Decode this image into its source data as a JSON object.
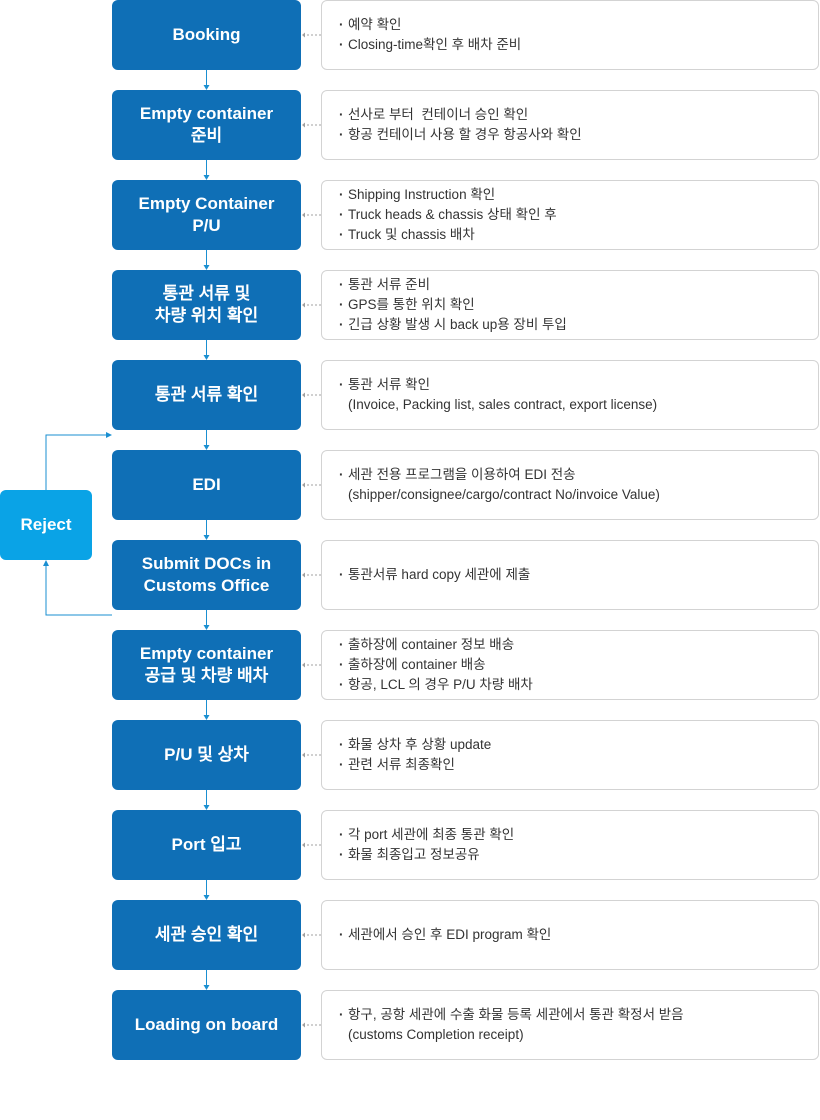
{
  "colors": {
    "step": "#0f6fb6",
    "reject": "#0aa3e6",
    "connector": "#1a8fd1",
    "dash": "#a0a0a0"
  },
  "reject_label": "Reject",
  "steps": [
    {
      "label": "Booking",
      "details": [
        "예약 확인",
        "Closing-time확인 후 배차 준비"
      ]
    },
    {
      "label": "Empty container\n준비",
      "details": [
        "선사로 부터  컨테이너 승인 확인",
        "항공 컨테이너 사용 할 경우 항공사와 확인"
      ]
    },
    {
      "label": "Empty Container\nP/U",
      "details": [
        "Shipping Instruction 확인",
        "Truck heads & chassis 상태 확인 후",
        "Truck 및 chassis 배차"
      ]
    },
    {
      "label": "통관 서류 및\n차량 위치 확인",
      "details": [
        "통관 서류 준비",
        "GPS를 통한 위치 확인",
        "긴급 상황 발생 시 back up용 장비 투입"
      ]
    },
    {
      "label": "통관 서류 확인",
      "details": [
        "통관 서류 확인\n(Invoice, Packing list, sales contract, export license)"
      ]
    },
    {
      "label": "EDI",
      "details": [
        "세관 전용 프로그램을 이용하여 EDI 전송\n(shipper/consignee/cargo/contract No/invoice Value)"
      ]
    },
    {
      "label": "Submit DOCs in\nCustoms Office",
      "details": [
        "통관서류 hard copy 세관에 제출"
      ]
    },
    {
      "label": "Empty container\n공급 및 차량 배차",
      "details": [
        "출하장에 container 정보 배송",
        "출하장에 container 배송",
        "항공, LCL 의 경우 P/U 차량 배차"
      ]
    },
    {
      "label": "P/U 및 상차",
      "details": [
        "화물 상차 후 상황 update",
        "관련 서류 최종확인"
      ]
    },
    {
      "label": "Port 입고",
      "details": [
        "각 port 세관에 최종 통관 확인",
        "화물 최종입고 정보공유"
      ]
    },
    {
      "label": "세관 승인 확인",
      "details": [
        "세관에서 승인 후 EDI program 확인"
      ]
    },
    {
      "label": "Loading on board",
      "details": [
        "항구, 공항 세관에 수출 화물 등록 세관에서 통관 확정서 받음\n(customs Completion receipt)"
      ]
    }
  ]
}
